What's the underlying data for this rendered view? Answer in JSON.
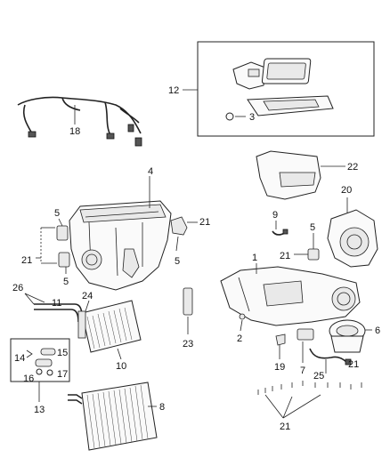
{
  "callouts": {
    "c1": "1",
    "c2": "2",
    "c3": "3",
    "c4": "4",
    "c5a": "5",
    "c5b": "5",
    "c5c": "5",
    "c5d": "5",
    "c6": "6",
    "c7": "7",
    "c8": "8",
    "c9": "9",
    "c10": "10",
    "c11": "11",
    "c12": "12",
    "c13": "13",
    "c14": "14",
    "c15": "15",
    "c16": "16",
    "c17": "17",
    "c18": "18",
    "c19": "19",
    "c20": "20",
    "c21a": "21",
    "c21b": "21",
    "c21c": "21",
    "c21d": "21",
    "c21e": "21",
    "c22": "22",
    "c23": "23",
    "c24": "24",
    "c25": "25",
    "c26": "26"
  }
}
